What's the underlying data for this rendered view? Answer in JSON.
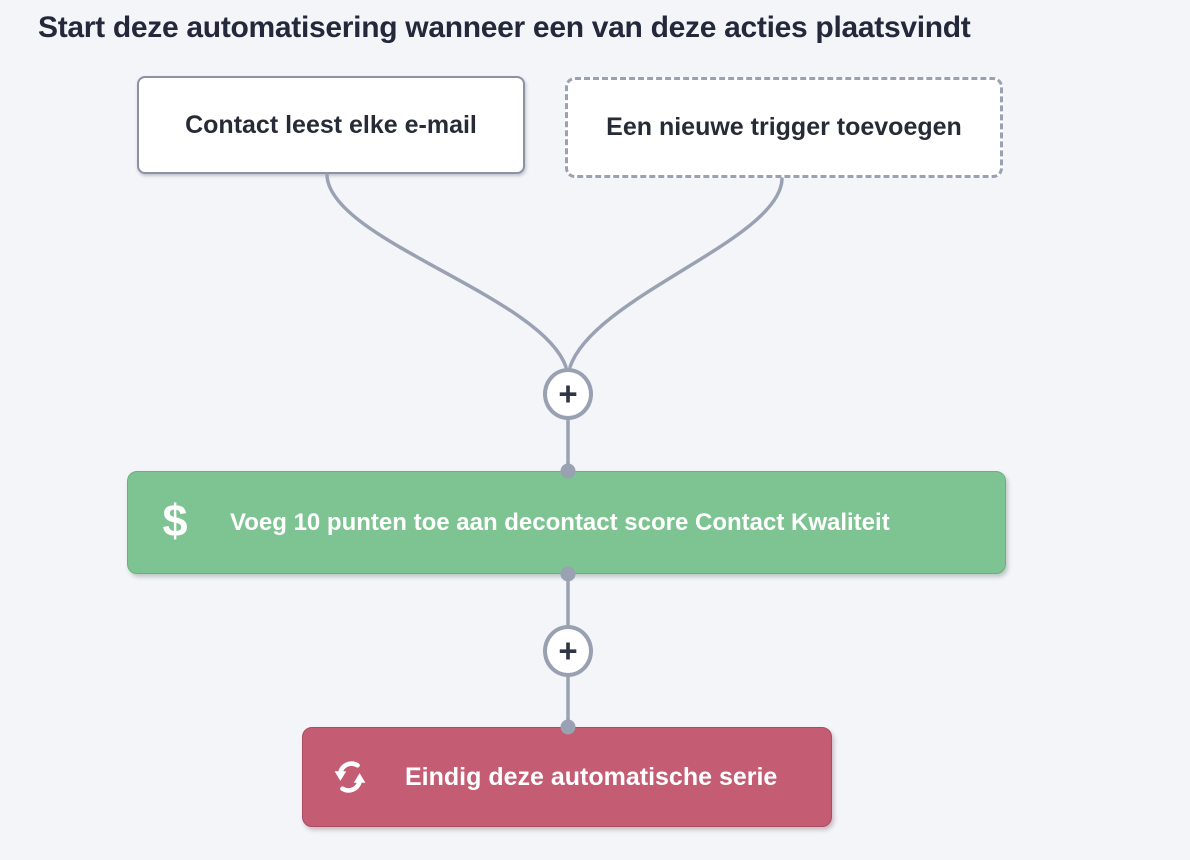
{
  "page": {
    "title": "Start deze automatisering wanneer een van deze acties plaatsvindt"
  },
  "triggers": [
    {
      "label": "Contact leest elke e-mail"
    },
    {
      "label": "Een nieuwe trigger toevoegen"
    }
  ],
  "add_step_buttons": [
    {
      "symbol": "+"
    },
    {
      "symbol": "+"
    }
  ],
  "actions": {
    "score": {
      "icon": "dollar-icon",
      "icon_symbol": "$",
      "label": "Voeg 10 punten toe aan decontact score Contact Kwaliteit"
    },
    "end": {
      "icon": "repeat-icon",
      "label": "Eindig deze automatische serie"
    }
  },
  "colors": {
    "background": "#f4f5f9",
    "connector_gray": "#99a1b2",
    "action_green": "#7dc492",
    "action_red": "#c45c73",
    "text_dark": "#262b36",
    "text_on_action": "#ffffff"
  }
}
